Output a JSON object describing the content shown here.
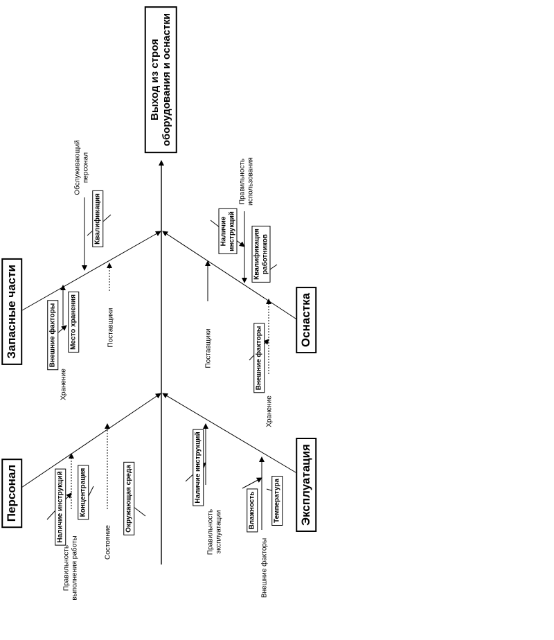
{
  "effect": "Выход из строя\nоборудования и оснастки",
  "categories": {
    "spare_parts": "Запасные части",
    "tooling": "Оснастка",
    "personnel": "Персонал",
    "operation": "Эксплуатация"
  },
  "causes": {
    "maintenance_staff": "Обслуживающий\nперсонал",
    "qualification": "Квалификация",
    "external_factors_sp": "Внешние факторы",
    "storage_place": "Место хранения",
    "storage_sp": "Хранение",
    "suppliers_sp": "Поставщики",
    "usage_correctness": "Правильность\nиспользования",
    "instructions_tool": "Наличие\nинструкций",
    "worker_qualification": "Квалификация\nработников",
    "suppliers_tool": "Поставщики",
    "external_factors_tool": "Внешние факторы",
    "storage_tool": "Хранение",
    "instructions_pers": "Наличие инструкций",
    "work_correctness": "Правильность\nвыполнения работы",
    "concentration": "Концентрация",
    "condition": "Состояние",
    "environment": "Окружающая среда",
    "instructions_op": "Наличие инструкций",
    "operation_correctness": "Правильность\nэксплуатации",
    "humidity": "Влажность",
    "temperature": "Температура",
    "external_factors_op": "Внешние факторы"
  },
  "colors": {
    "line": "#000000",
    "background": "#ffffff"
  }
}
